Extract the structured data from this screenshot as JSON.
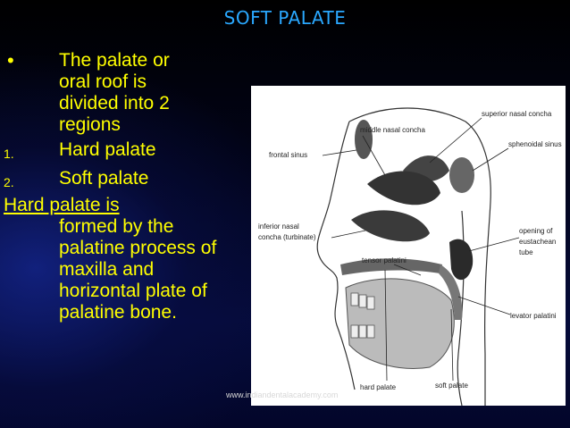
{
  "slide": {
    "title": "SOFT PALATE",
    "bullet_symbol": "•",
    "intro": "The palate or oral roof is divided into 2 regions",
    "list": [
      {
        "num": "1.",
        "text": "Hard palate"
      },
      {
        "num": "2.",
        "text": "Soft palate"
      }
    ],
    "hard_palate_heading": "Hard palate is",
    "hard_palate_desc": "formed by the palatine process of maxilla and horizontal plate of palatine bone.",
    "watermark": "www.indiandentalacademy.com"
  },
  "figure": {
    "labels": {
      "superior_nasal_concha": "superior nasal concha",
      "middle_nasal_concha": "middle nasal concha",
      "frontal_sinus": "frontal sinus",
      "sphenoidal_sinus": "sphenoidal sinus",
      "inferior_nasal_concha_1": "inferior nasal",
      "inferior_nasal_concha_2": "concha (turbinate)",
      "tensor_palatini": "tensor palatini",
      "eustachean_1": "opening of",
      "eustachean_2": "eustachean",
      "eustachean_3": "tube",
      "levator_palatini": "levator palatini",
      "hard_palate": "hard palate",
      "soft_palate": "soft palate"
    }
  },
  "colors": {
    "title": "#2aa8ff",
    "body_text": "#ffff00",
    "background": "#000000"
  }
}
